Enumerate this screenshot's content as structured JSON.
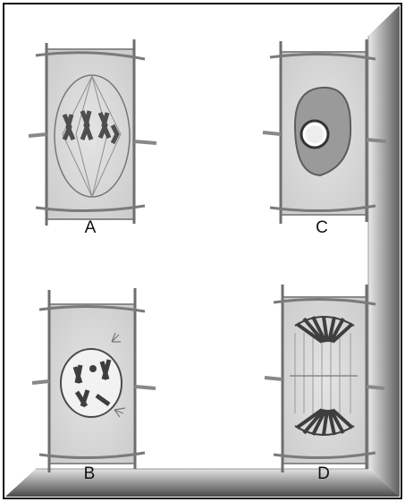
{
  "figure": {
    "panels": [
      {
        "label": "A"
      },
      {
        "label": "B"
      },
      {
        "label": "C"
      },
      {
        "label": "D"
      }
    ]
  },
  "colors": {
    "frame_shadow": "#7a7a7a",
    "frame_highlight": "#ffffff",
    "cytoplasm": "#d9d9d9",
    "cell_wall": "#8a8a8a",
    "nucleus": "#9a9a9a",
    "chromosome": "#555555"
  }
}
